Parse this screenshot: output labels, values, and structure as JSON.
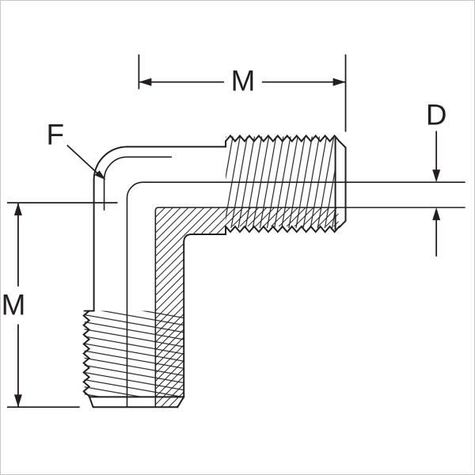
{
  "diagram": {
    "type": "technical-drawing",
    "subject": "90-degree male elbow tube fitting, partial section view with threads",
    "labels": {
      "top_length": "M",
      "left_length": "M",
      "end_diameter": "D",
      "corner_reference": "F"
    },
    "colors": {
      "line": "#231f20",
      "background": "#ffffff",
      "frame_border": "#c6c6c6"
    }
  }
}
